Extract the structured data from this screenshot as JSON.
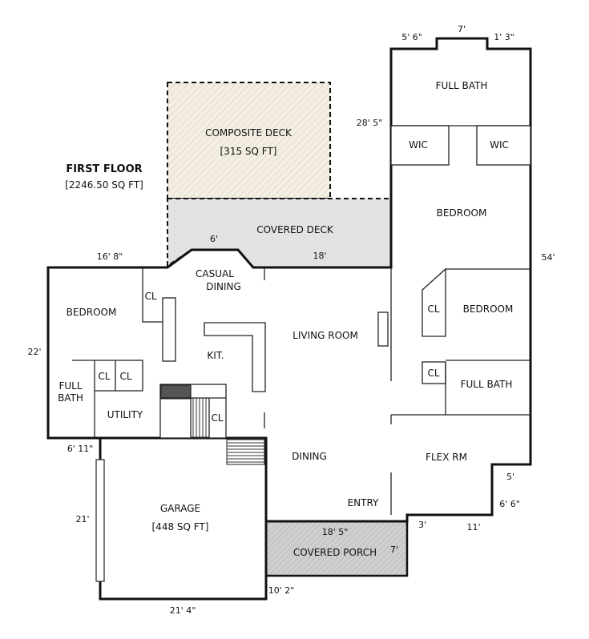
{
  "floor": {
    "title": "FIRST FLOOR",
    "area": "[2246.50 SQ FT]"
  },
  "rooms": {
    "composite_deck": "COMPOSITE DECK",
    "composite_deck_area": "[315 SQ FT]",
    "covered_deck": "COVERED DECK",
    "casual_dining_1": "CASUAL",
    "casual_dining_2": "DINING",
    "bedroom_left": "BEDROOM",
    "full_bath_left_1": "FULL",
    "full_bath_left_2": "BATH",
    "utility": "UTILITY",
    "kitchen": "KIT.",
    "living_room": "LIVING ROOM",
    "dining": "DINING",
    "entry": "ENTRY",
    "garage": "GARAGE",
    "garage_area": "[448 SQ FT]",
    "covered_porch": "COVERED PORCH",
    "full_bath_top": "FULL BATH",
    "wic_left": "WIC",
    "wic_right": "WIC",
    "bedroom_master": "BEDROOM",
    "bedroom_right": "BEDROOM",
    "full_bath_right": "FULL BATH",
    "flex_room": "FLEX RM",
    "closet": "CL"
  },
  "dimensions": {
    "top_left": "5' 6\"",
    "top_mid": "7'",
    "top_right": "1' 3\"",
    "wing_depth": "28' 5\"",
    "right_side": "54'",
    "left_top": "16' 8\"",
    "deck_bump": "6'",
    "deck_right": "18'",
    "left_side": "22'",
    "garage_step": "6' 11\"",
    "garage_side": "21'",
    "garage_bottom": "21' 4\"",
    "porch_side": "10' 2\"",
    "porch_width": "18' 5\"",
    "porch_depth": "7'",
    "flex_step_a": "5'",
    "flex_step_b": "6' 6\"",
    "entry_step": "3'",
    "bottom_right": "11'"
  },
  "colors": {
    "composite_deck_fill": "#f4efe3",
    "covered_deck_fill": "#e2e2e2",
    "covered_porch_fill": "#cfcfcf",
    "wall": "#111111",
    "background": "#ffffff"
  }
}
